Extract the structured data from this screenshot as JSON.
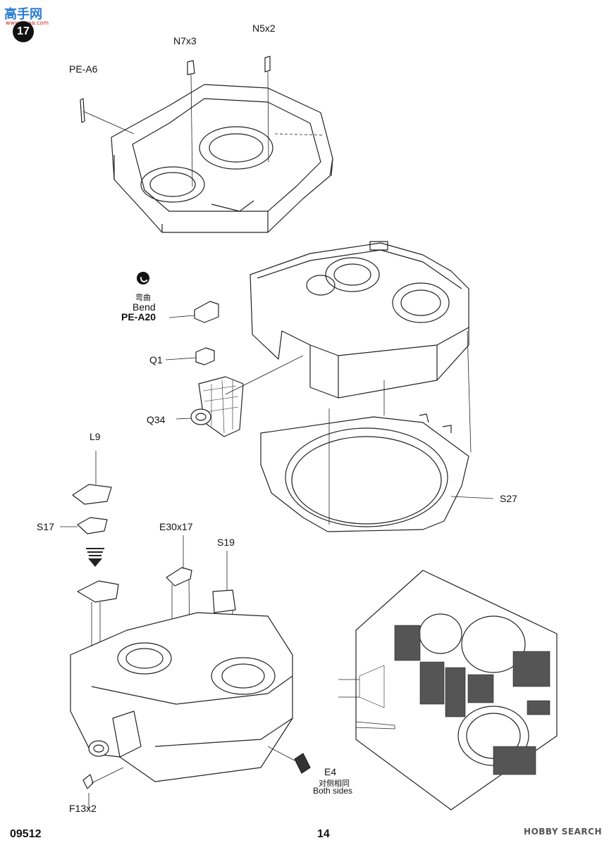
{
  "header": {
    "site_logo": "高手网",
    "site_logo_sub": "www.ggaa.com",
    "step_number": "17"
  },
  "labels": {
    "pe_a6": "PE-A6",
    "n7x3": "N7x3",
    "n5x2": "N5x2",
    "bend_cn": "弯曲",
    "bend_en": "Bend",
    "pe_a20": "PE-A20",
    "q1": "Q1",
    "q34": "Q34",
    "l9": "L9",
    "s17": "S17",
    "s27": "S27",
    "e30x17": "E30x17",
    "s19": "S19",
    "e4": "E4",
    "e4_cn": "对侧相同",
    "e4_en": "Both sides",
    "f13x2": "F13x2"
  },
  "footer": {
    "kit_number": "09512",
    "page_number": "14",
    "watermark": "HOBBY SEARCH"
  },
  "icons": [
    "bend-icon",
    "arrow-down-icon",
    "step-badge-icon",
    "hobby-search-logo"
  ]
}
